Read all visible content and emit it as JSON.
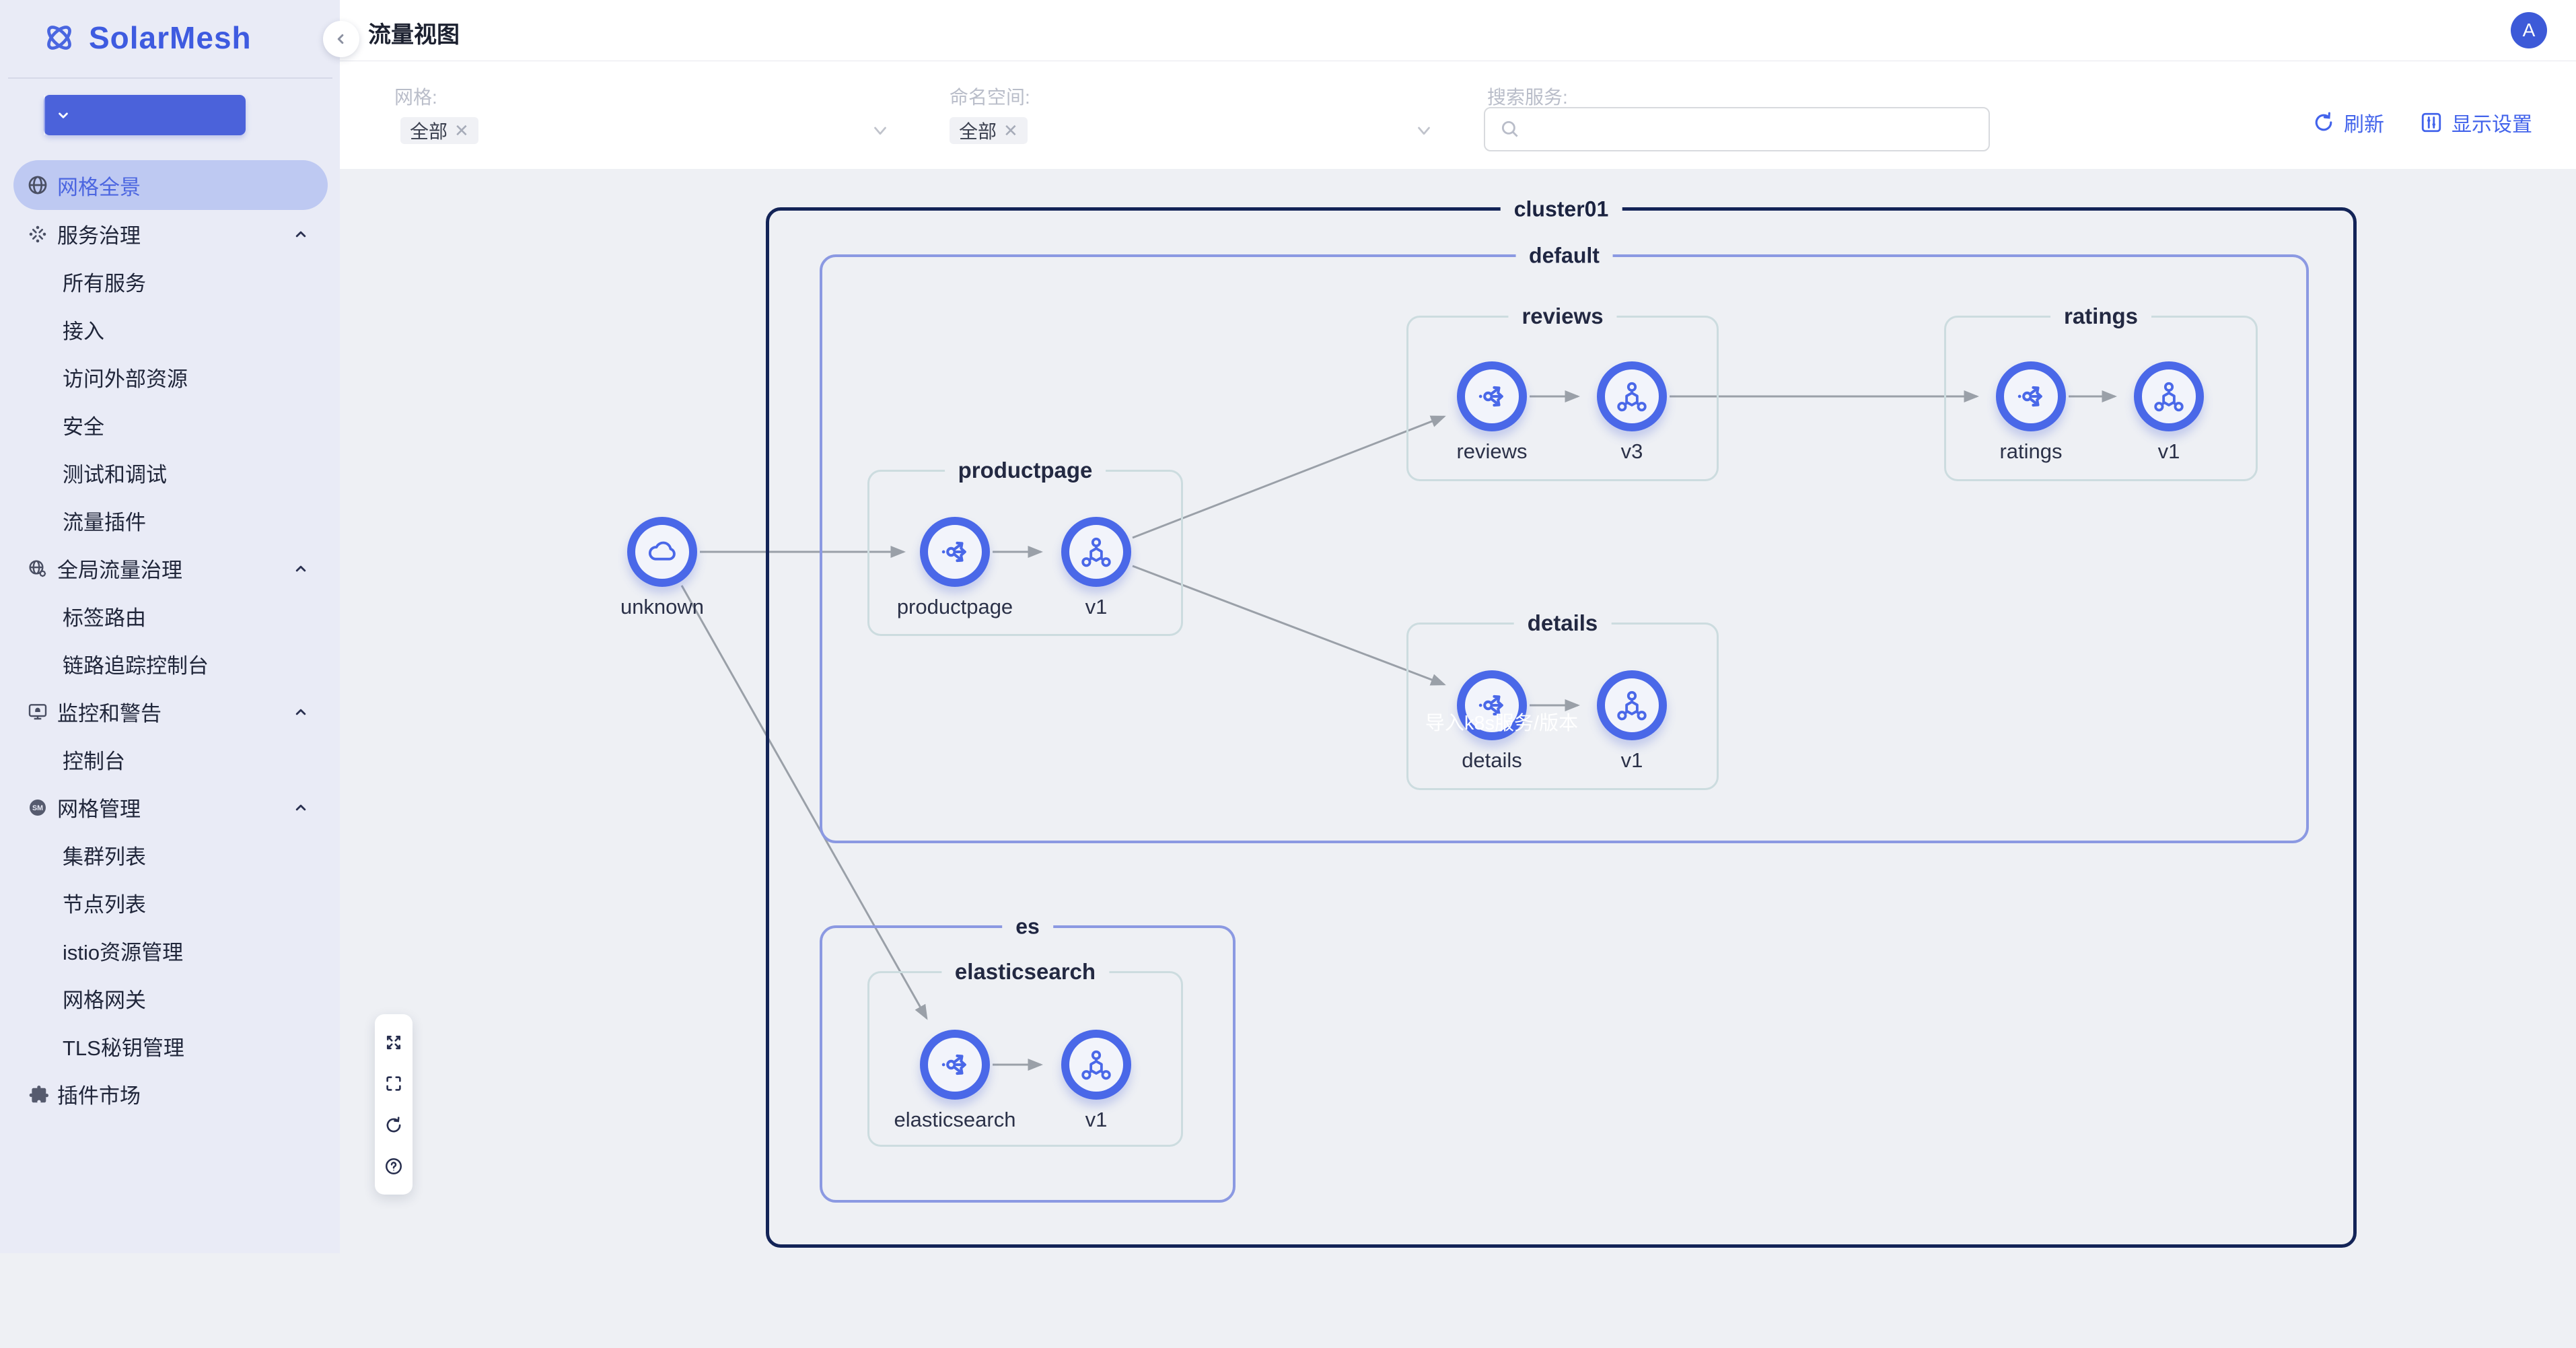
{
  "app": {
    "name": "SolarMesh",
    "avatar_initial": "A"
  },
  "sidebar": {
    "import_button": {
      "label": "导入k8s服务/版本"
    },
    "items": [
      {
        "label": "网格全景",
        "icon": "globe",
        "selected": true
      },
      {
        "label": "服务治理",
        "icon": "service-governance",
        "section": true
      },
      {
        "label": "所有服务"
      },
      {
        "label": "接入"
      },
      {
        "label": "访问外部资源"
      },
      {
        "label": "安全"
      },
      {
        "label": "测试和调试"
      },
      {
        "label": "流量插件"
      },
      {
        "label": "全局流量治理",
        "icon": "global-traffic",
        "section": true
      },
      {
        "label": "标签路由"
      },
      {
        "label": "链路追踪控制台"
      },
      {
        "label": "监控和警告",
        "icon": "monitor-alert",
        "section": true
      },
      {
        "label": "控制台"
      },
      {
        "label": "网格管理",
        "icon": "mesh-manage",
        "section": true
      },
      {
        "label": "集群列表"
      },
      {
        "label": "节点列表"
      },
      {
        "label": "istio资源管理"
      },
      {
        "label": "网格网关"
      },
      {
        "label": "TLS秘钥管理"
      },
      {
        "label": "插件市场",
        "icon": "plugin-market"
      }
    ]
  },
  "header": {
    "title": "流量视图"
  },
  "filters": {
    "mesh": {
      "label": "网格:",
      "tag": "全部"
    },
    "namespace": {
      "label": "命名空间:",
      "tag": "全部"
    },
    "search": {
      "label": "搜索服务:",
      "value": ""
    },
    "refresh_label": "刷新",
    "display_settings_label": "显示设置"
  },
  "topology": {
    "cluster_label": "cluster01",
    "namespace_default_label": "default",
    "namespace_es_label": "es",
    "external_node_label": "unknown",
    "groups": {
      "reviews": {
        "label": "reviews",
        "service": "reviews",
        "version": "v3"
      },
      "ratings": {
        "label": "ratings",
        "service": "ratings",
        "version": "v1"
      },
      "productpage": {
        "label": "productpage",
        "service": "productpage",
        "version": "v1"
      },
      "details": {
        "label": "details",
        "service": "details",
        "version": "v1"
      },
      "elasticsearch": {
        "label": "elasticsearch",
        "service": "elasticsearch",
        "version": "v1"
      }
    },
    "toolbar_icons": [
      "fit-view",
      "fullscreen",
      "reload",
      "help"
    ]
  },
  "colors": {
    "accent": "#4263eb",
    "cluster_border": "#132457",
    "namespace_border": "#8b99e2",
    "group_border": "#ccdcdf",
    "node_ring": "#4a68e8",
    "edge": "#9aa0a8",
    "selected_pill": "#bec9f2"
  }
}
